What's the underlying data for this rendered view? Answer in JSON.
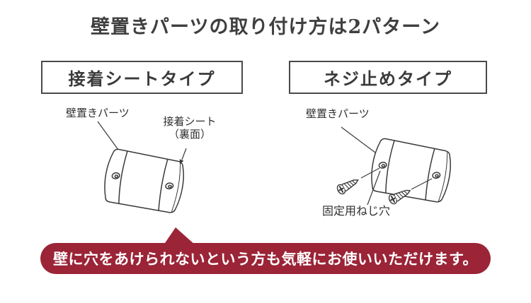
{
  "title": "壁置きパーツの取り付け方は2パターン",
  "sections": [
    {
      "id": "adhesive",
      "heading": "接着シートタイプ",
      "labels": {
        "part": "壁置きパーツ",
        "sheet_line1": "接着シート",
        "sheet_line2": "（裏面）"
      }
    },
    {
      "id": "screw",
      "heading": "ネジ止めタイプ",
      "labels": {
        "part": "壁置きパーツ",
        "screw_hole": "固定用ねじ穴"
      }
    }
  ],
  "banner": {
    "text": "壁に穴をあけられないという方も気軽にお使いいただけます。",
    "bg_color": "#9b2437",
    "text_color": "#ffffff"
  },
  "colors": {
    "line_art": "#3a3a3a",
    "heading_border": "#4a4a4a",
    "text": "#333333",
    "background": "#ffffff"
  }
}
